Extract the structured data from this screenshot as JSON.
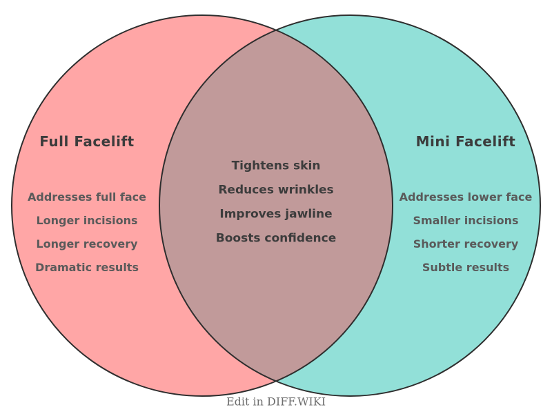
{
  "venn": {
    "type": "venn2",
    "stroke_color": "#2e2e2e",
    "left": {
      "title": "Full Facelift",
      "fill": "#ffa6a6",
      "items": [
        "Addresses full face",
        "Longer incisions",
        "Longer recovery",
        "Dramatic results"
      ]
    },
    "right": {
      "title": "Mini Facelift",
      "fill": "#92e0d8",
      "items": [
        "Addresses lower face",
        "Smaller incisions",
        "Shorter recovery",
        "Subtle results"
      ]
    },
    "overlap": {
      "fill": "#c19a9a",
      "items": [
        "Tightens skin",
        "Reduces wrinkles",
        "Improves jawline",
        "Boosts confidence"
      ]
    },
    "text_colors": {
      "title": "#3c3c3c",
      "side_items": "#5a5a5a",
      "overlap_items": "#3c3c3c",
      "caption": "#6e6e6e"
    }
  },
  "footer": {
    "caption": "Edit in DIFF.WIKI"
  }
}
